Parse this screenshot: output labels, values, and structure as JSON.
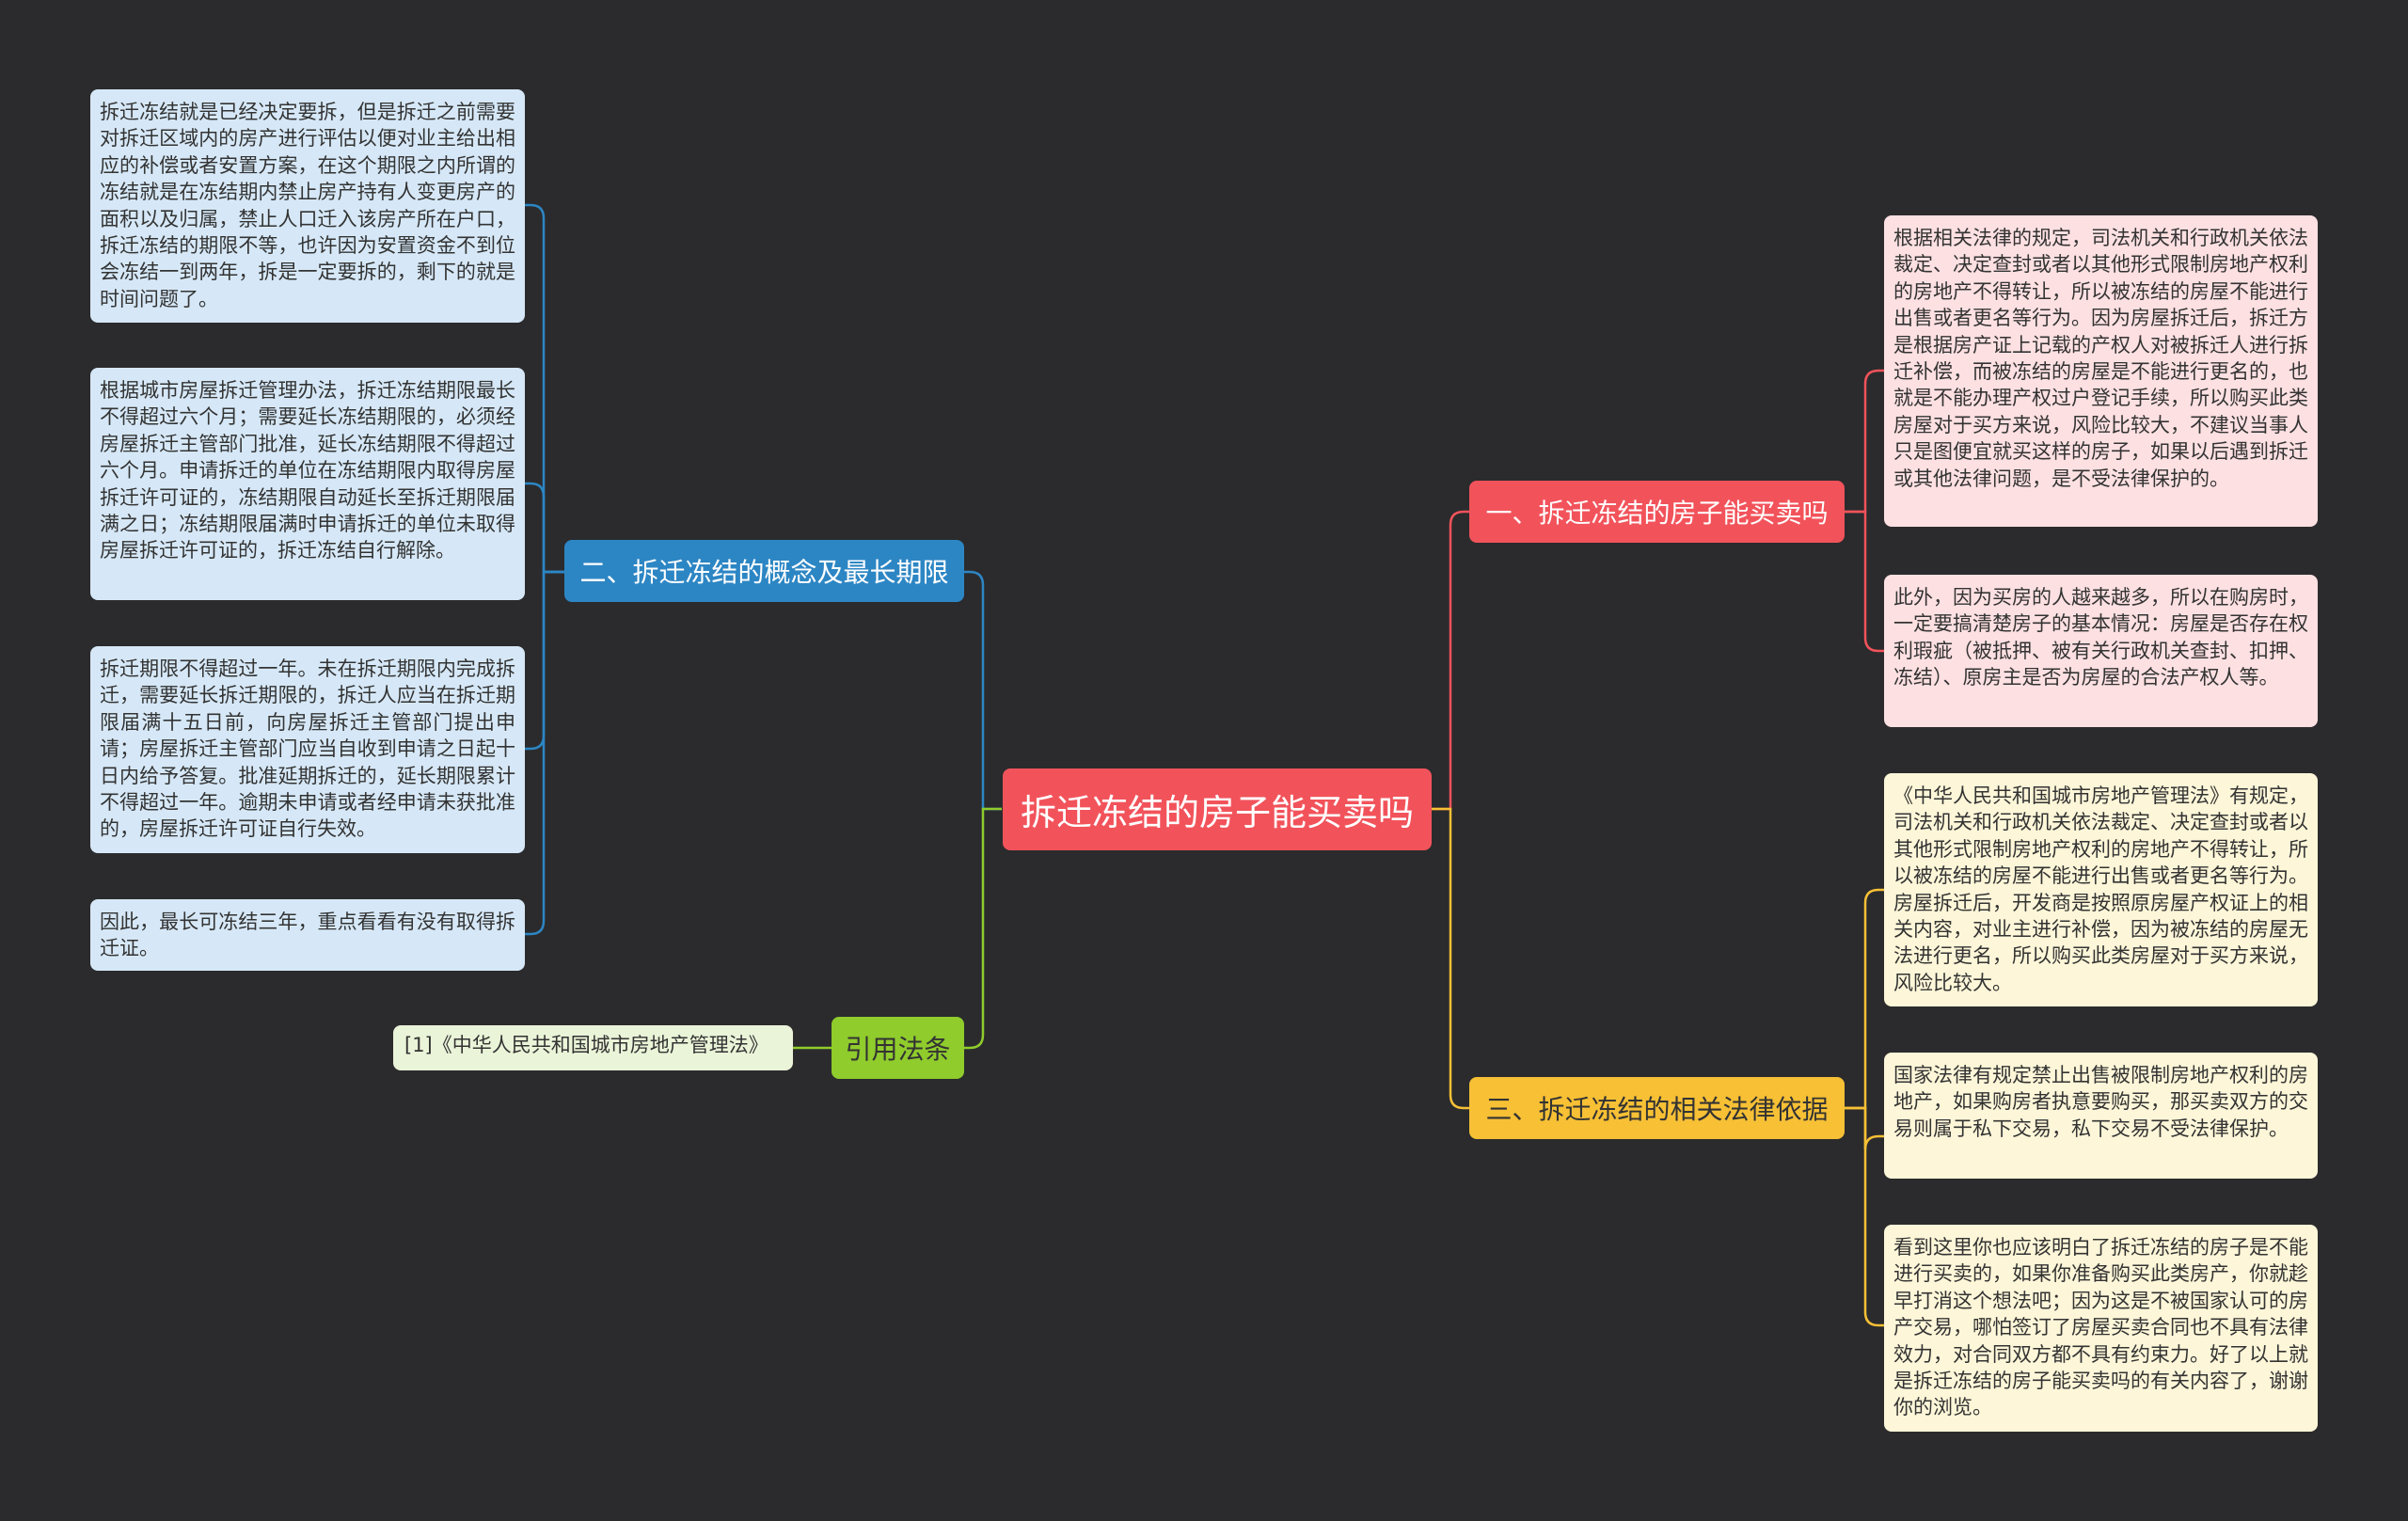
{
  "root": {
    "label": "拆迁冻结的房子能买卖吗"
  },
  "branches": {
    "concept": {
      "label": "二、拆迁冻结的概念及最长期限",
      "leaves": [
        "拆迁冻结就是已经决定要拆，但是拆迁之前需要对拆迁区域内的房产进行评估以便对业主给出相应的补偿或者安置方案，在这个期限之内所谓的冻结就是在冻结期内禁止房产持有人变更房产的面积以及归属，禁止人口迁入该房产所在户口，拆迁冻结的期限不等，也许因为安置资金不到位会冻结一到两年，拆是一定要拆的，剩下的就是时间问题了。",
        "根据城市房屋拆迁管理办法，拆迁冻结期限最长不得超过六个月；需要延长冻结期限的，必须经房屋拆迁主管部门批准，延长冻结期限不得超过六个月。申请拆迁的单位在冻结期限内取得房屋拆迁许可证的，冻结期限自动延长至拆迁期限届满之日；冻结期限届满时申请拆迁的单位未取得房屋拆迁许可证的，拆迁冻结自行解除。",
        "拆迁期限不得超过一年。未在拆迁期限内完成拆迁，需要延长拆迁期限的，拆迁人应当在拆迁期限届满十五日前，向房屋拆迁主管部门提出申请；房屋拆迁主管部门应当自收到申请之日起十日内给予答复。批准延期拆迁的，延长期限累计不得超过一年。逾期未申请或者经申请未获批准的，房屋拆迁许可证自行失效。",
        "因此，最长可冻结三年，重点看看有没有取得拆迁证。"
      ]
    },
    "cite": {
      "label": "引用法条",
      "leaves": [
        "[1]《中华人民共和国城市房地产管理法》"
      ]
    },
    "canbuy": {
      "label": "一、拆迁冻结的房子能买卖吗",
      "leaves": [
        "根据相关法律的规定，司法机关和行政机关依法裁定、决定查封或者以其他形式限制房地产权利的房地产不得转让，所以被冻结的房屋不能进行出售或者更名等行为。因为房屋拆迁后，拆迁方是根据房产证上记载的产权人对被拆迁人进行拆迁补偿，而被冻结的房屋是不能进行更名的，也就是不能办理产权过户登记手续，所以购买此类房屋对于买方来说，风险比较大，不建议当事人只是图便宜就买这样的房子，如果以后遇到拆迁或其他法律问题，是不受法律保护的。",
        "此外，因为买房的人越来越多，所以在购房时，一定要搞清楚房子的基本情况：房屋是否存在权利瑕疵（被抵押、被有关行政机关查封、扣押、冻结）、原房主是否为房屋的合法产权人等。"
      ]
    },
    "law": {
      "label": "三、拆迁冻结的相关法律依据",
      "leaves": [
        "《中华人民共和国城市房地产管理法》有规定，司法机关和行政机关依法裁定、决定查封或者以其他形式限制房地产权利的房地产不得转让，所以被冻结的房屋不能进行出售或者更名等行为。房屋拆迁后，开发商是按照原房屋产权证上的相关内容，对业主进行补偿，因为被冻结的房屋无法进行更名，所以购买此类房屋对于买方来说，风险比较大。",
        "国家法律有规定禁止出售被限制房地产权利的房地产，如果购房者执意要购买，那买卖双方的交易则属于私下交易，私下交易不受法律保护。",
        "看到这里你也应该明白了拆迁冻结的房子是不能进行买卖的，如果你准备购买此类房产，你就趁早打消这个想法吧；因为这是不被国家认可的房产交易，哪怕签订了房屋买卖合同也不具有法律效力，对合同双方都不具有约束力。好了以上就是拆迁冻结的房子能买卖吗的有关内容了，谢谢你的浏览。"
      ]
    }
  },
  "colors": {
    "background": "#2b2b2d",
    "blue": "#2d86c4",
    "red": "#f2535b",
    "yellow": "#f7c035",
    "green": "#8fcc2c"
  }
}
